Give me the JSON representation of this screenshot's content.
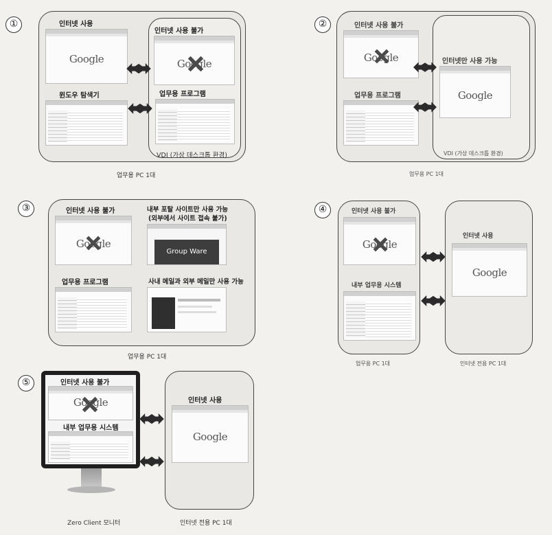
{
  "panels": {
    "p1": {
      "number": "①",
      "internet_use": "인터넷 사용",
      "internet_blocked": "인터넷 사용 불가",
      "explorer": "윈도우 탐색기",
      "work_program": "업무용 프로그램",
      "vdi": "VDI (가상 데스크톱 환경)",
      "caption": "업무용 PC 1대"
    },
    "p2": {
      "number": "②",
      "internet_blocked": "인터넷 사용 불가",
      "work_program": "업무용 프로그램",
      "internet_only": "인터넷만 사용 가능",
      "vdi": "VDI (가상 데스크톱 환경)",
      "caption": "업무용 PC 1대"
    },
    "p3": {
      "number": "③",
      "internet_blocked": "인터넷 사용 불가",
      "portal_line1": "내부 포탈 사이트만 사용 가능",
      "portal_line2": "(외부에서 사이트 접속 불가)",
      "groupware": "Group Ware",
      "work_program": "업무용 프로그램",
      "mail_only": "사내 메일과 외부 메일만 사용 가능",
      "caption": "업무용 PC 1대"
    },
    "p4": {
      "number": "④",
      "internet_blocked": "인터넷 사용 불가",
      "internal_system": "내부 업무용 시스템",
      "internet_use": "인터넷 사용",
      "caption_left": "업무용 PC 1대",
      "caption_right": "인터넷 전용 PC 1대"
    },
    "p5": {
      "number": "⑤",
      "internet_blocked": "인터넷 사용 불가",
      "internal_system": "내부 업무용 시스템",
      "internet_use": "인터넷 사용",
      "caption_left": "Zero Client 모니터",
      "caption_right": "인터넷 전용 PC 1대"
    }
  },
  "google_logo": "Google"
}
